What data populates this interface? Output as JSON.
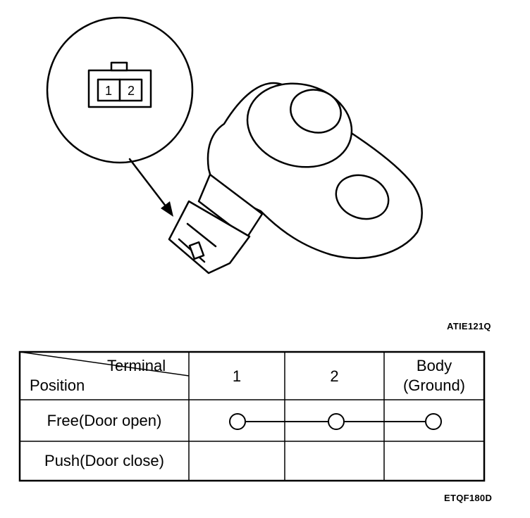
{
  "figure_codes": {
    "illustration": "ATIE121Q",
    "table": "ETQF180D"
  },
  "connector": {
    "pins": [
      "1",
      "2"
    ]
  },
  "table": {
    "header_diagonal": {
      "top_right": "Terminal",
      "bottom_left": "Position"
    },
    "columns": [
      "1",
      "2",
      "Body\n(Ground)"
    ],
    "column_line1": [
      "1",
      "2",
      "Body"
    ],
    "column_line2": [
      "",
      "",
      "(Ground)"
    ],
    "rows": [
      {
        "label": "Free(Door open)",
        "connected_terminals": [
          "1",
          "2",
          "Body"
        ]
      },
      {
        "label": "Push(Door close)",
        "connected_terminals": []
      }
    ]
  }
}
